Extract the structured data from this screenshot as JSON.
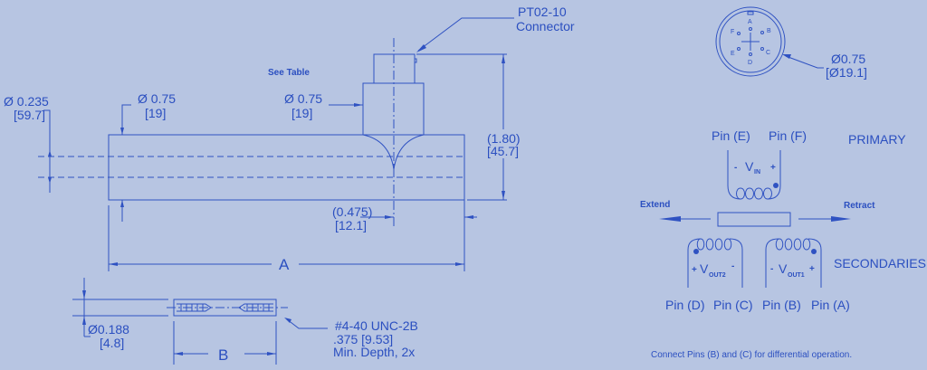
{
  "colors": {
    "background": "#b7c5e2",
    "line": "#2f52c2"
  },
  "side_view": {
    "connector_label": [
      "PT02-10",
      "Connector"
    ],
    "see_table": "See Table",
    "bore_dia": [
      "Ø 0.235",
      "[59.7]"
    ],
    "body_dia": [
      "Ø 0.75",
      "[19]"
    ],
    "connector_dia": [
      "Ø 0.75",
      "[19]"
    ],
    "height": [
      "(1.80)",
      "[45.7]"
    ],
    "connector_offset": [
      "(0.475)",
      "[12.1]"
    ],
    "length_label": "A"
  },
  "core_view": {
    "core_dia": [
      "Ø0.188",
      "[4.8]"
    ],
    "length_label": "B",
    "thread_note": [
      "#4-40 UNC-2B",
      ".375 [9.53]",
      "Min. Depth, 2x"
    ]
  },
  "connector_face": {
    "pins": [
      "A",
      "B",
      "C",
      "D",
      "E",
      "F"
    ],
    "dia": [
      "Ø0.75",
      "[Ø19.1]"
    ]
  },
  "schematic": {
    "primary_pins": [
      "Pin (E)",
      "Pin (F)"
    ],
    "primary_label": "PRIMARY",
    "vin": {
      "minus": "-",
      "v": "V",
      "sub": "IN",
      "plus": "+"
    },
    "extend": "Extend",
    "retract": "Retract",
    "secondaries_label": "SECONDARIES",
    "vout2": {
      "plus": "+",
      "v": "V",
      "sub": "OUT2",
      "minus": "-"
    },
    "vout1": {
      "minus": "-",
      "v": "V",
      "sub": "OUT1",
      "plus": "+"
    },
    "secondary_pins": [
      "Pin (D)",
      "Pin (C)",
      "Pin (B)",
      "Pin (A)"
    ],
    "note": "Connect Pins (B) and (C) for differential operation."
  }
}
